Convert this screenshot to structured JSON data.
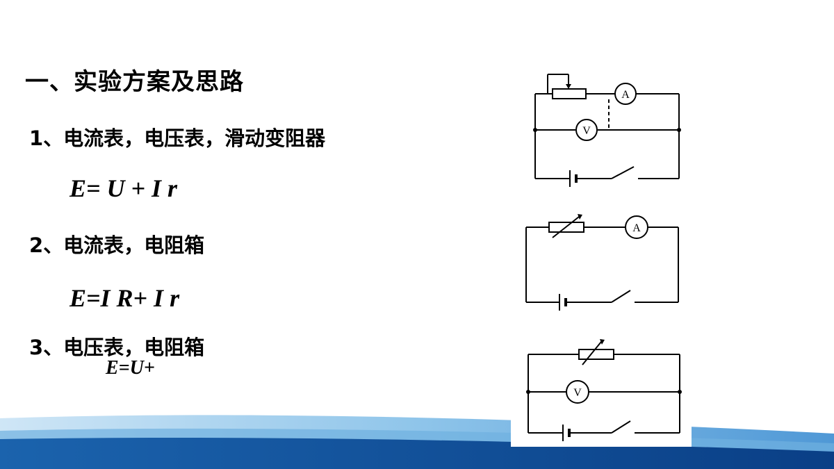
{
  "slide": {
    "title": "一、实验方案及思路",
    "methods": [
      {
        "label": "1、电流表，电压表，滑动变阻器",
        "formula": "E= U + I r"
      },
      {
        "label": "2、电流表，电阻箱",
        "formula": "E=I R+ I r"
      },
      {
        "label": "3、电压表，电阻箱",
        "formula": "E=U+"
      }
    ]
  },
  "circuits": {
    "ammeter_symbol": "A",
    "voltmeter_symbol": "V"
  },
  "colors": {
    "band_dark": "#0b4f9c",
    "band_light": "#8ec6ea"
  }
}
